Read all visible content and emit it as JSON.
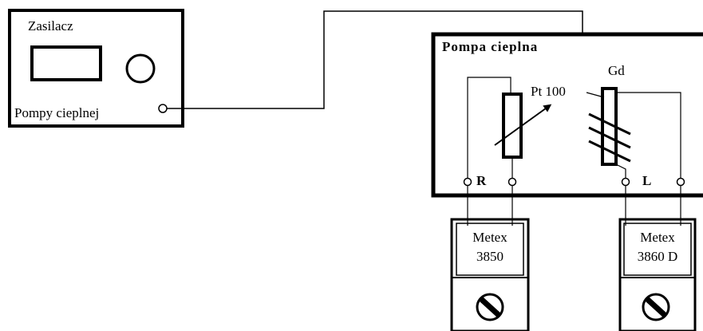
{
  "power_supply": {
    "title": "Zasilacz",
    "caption": "Pompy cieplnej"
  },
  "heat_pump": {
    "title": "Pompa cieplna",
    "pt100_label": "Pt 100",
    "gd_label": "Gd",
    "terminal_r_label": "R",
    "terminal_l_label": "L"
  },
  "meter_left": {
    "line1": "Metex",
    "line2": "3850"
  },
  "meter_right": {
    "line1": "Metex",
    "line2": "3860 D"
  }
}
